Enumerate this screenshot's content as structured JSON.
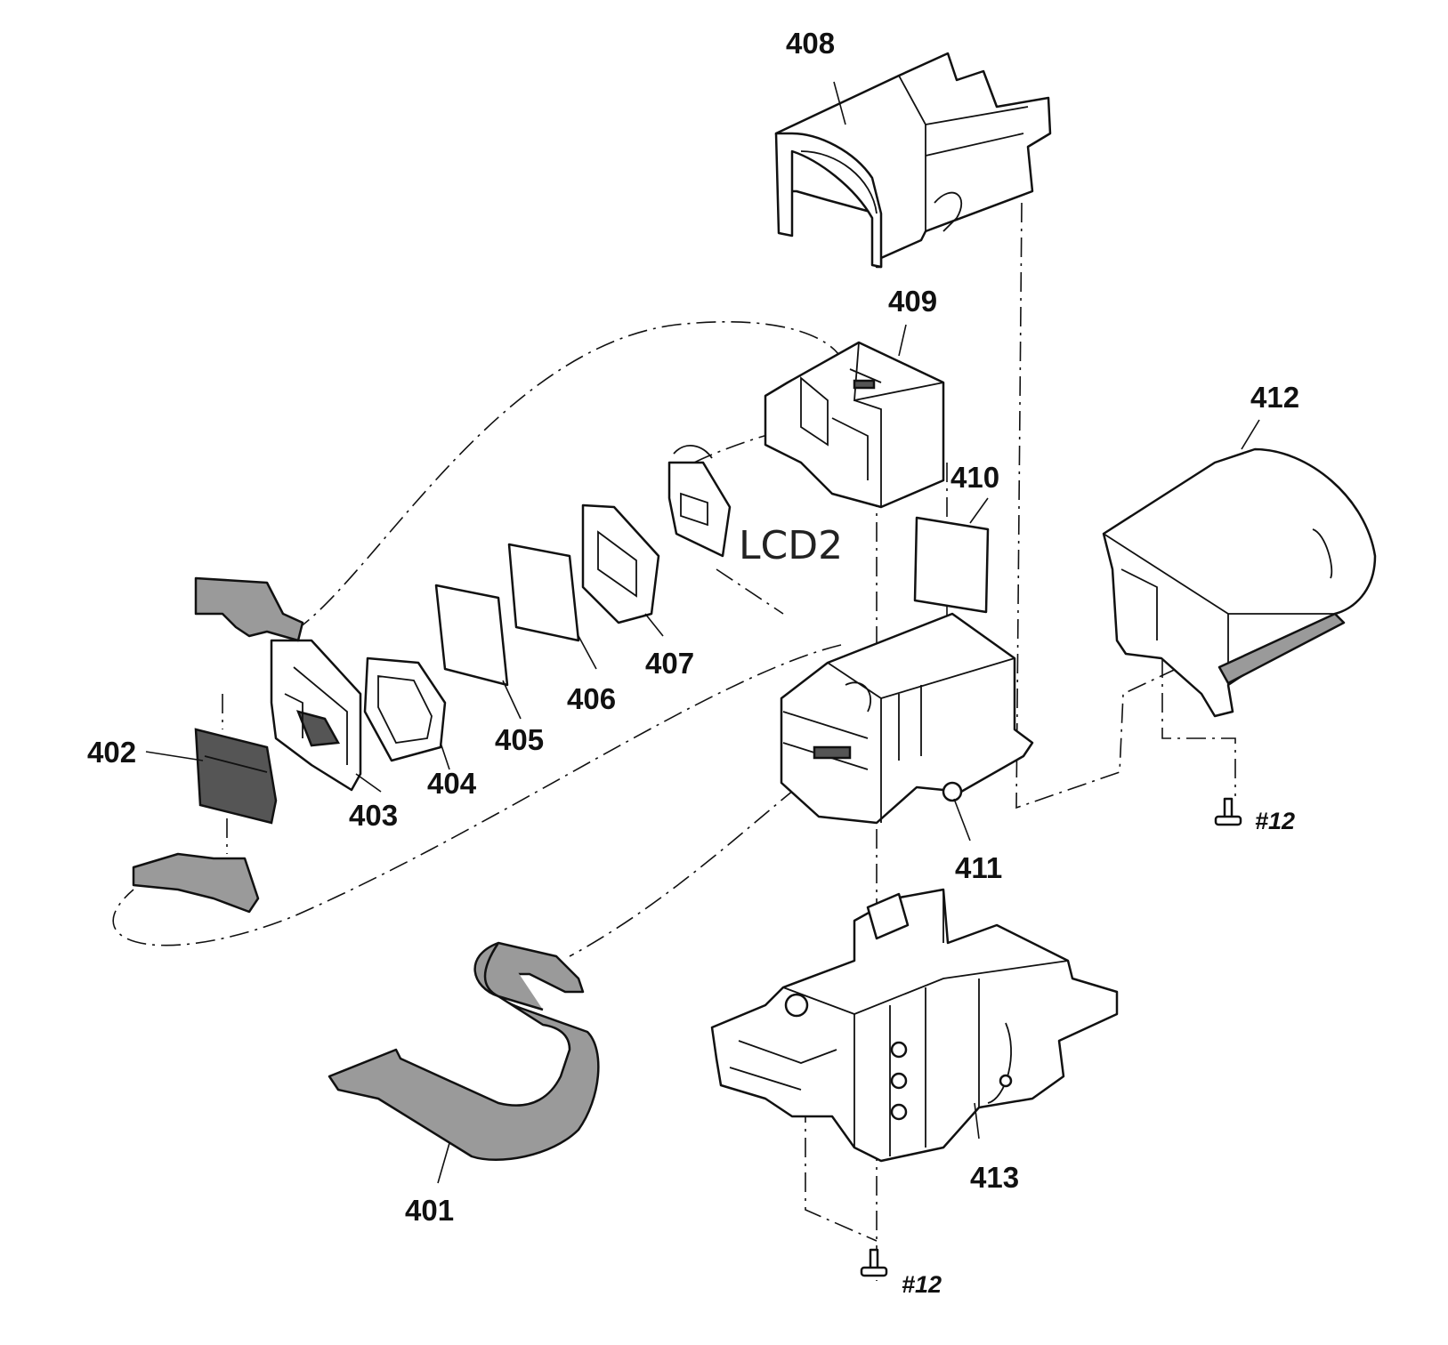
{
  "labels": {
    "p401": "401",
    "p402": "402",
    "p403": "403",
    "p404": "404",
    "p405": "405",
    "p406": "406",
    "p407": "407",
    "p408": "408",
    "p409": "409",
    "p410": "410",
    "p411": "411",
    "p412": "412",
    "p413": "413",
    "screw_right": "#12",
    "screw_bottom": "#12",
    "handwritten_note": "LCD2"
  }
}
